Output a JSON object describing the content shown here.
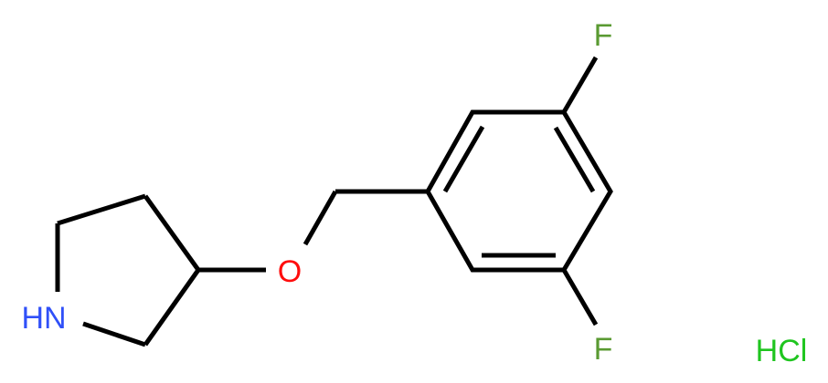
{
  "atoms": {
    "nitrogen": "HN",
    "oxygen": "O",
    "fluorine_top": "F",
    "fluorine_bottom": "F",
    "salt": "HCl"
  },
  "colors": {
    "bond": "#000000",
    "nitrogen": "#3050F8",
    "oxygen": "#FF0D0D",
    "fluorine": "#5A9A32",
    "chlorine": "#1FC51F"
  }
}
